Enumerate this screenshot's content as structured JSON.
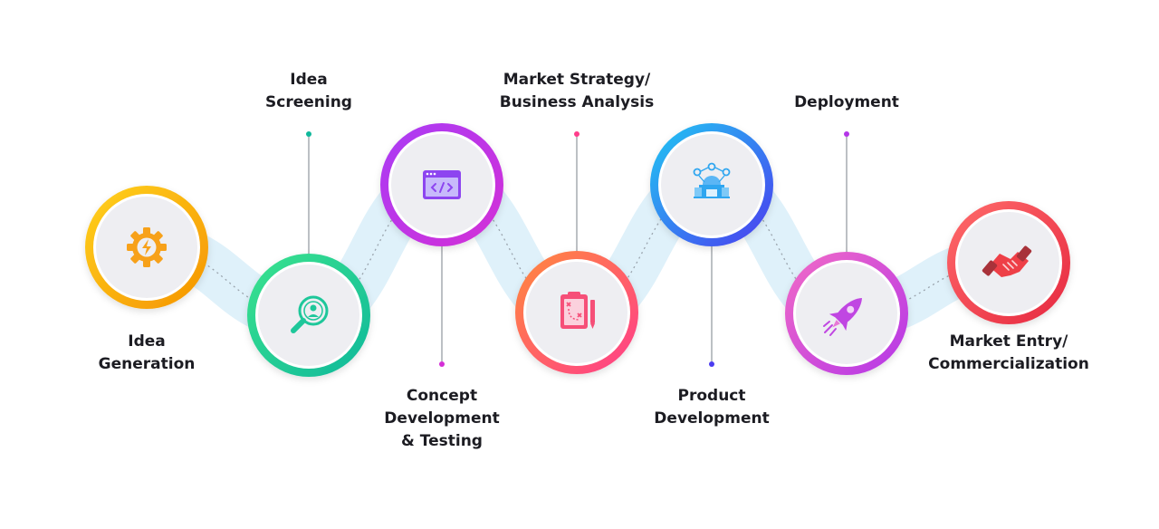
{
  "steps": [
    {
      "id": "idea-generation",
      "lines": [
        "Idea",
        "Generation"
      ],
      "icon": "gear-lightning-icon",
      "color_from": "#ffd21f",
      "color_to": "#f59300",
      "icon_color": "#f7a11a"
    },
    {
      "id": "idea-screening",
      "lines": [
        "Idea",
        "Screening"
      ],
      "icon": "magnifier-user-icon",
      "color_from": "#3be38d",
      "color_to": "#10b89b",
      "icon_color": "#1ec79a"
    },
    {
      "id": "concept-development-testing",
      "lines": [
        "Concept",
        "Development",
        "& Testing"
      ],
      "icon": "code-window-icon",
      "color_from": "#a93cf5",
      "color_to": "#d42fd6",
      "icon_color": "#8d45f0"
    },
    {
      "id": "market-strategy-business-analysis",
      "lines": [
        "Market Strategy/",
        "Business Analysis"
      ],
      "icon": "strategy-board-icon",
      "color_from": "#ff8a3d",
      "color_to": "#ff3d8b",
      "icon_color": "#f64f78"
    },
    {
      "id": "product-development",
      "lines": [
        "Product",
        "Development"
      ],
      "icon": "factory-network-icon",
      "color_from": "#21c8f2",
      "color_to": "#4b3bf0",
      "icon_color": "#2fa6f0"
    },
    {
      "id": "deployment",
      "lines": [
        "Deployment"
      ],
      "icon": "rocket-icon",
      "color_from": "#f26bc6",
      "color_to": "#b436e8",
      "icon_color": "#c046e2"
    },
    {
      "id": "market-entry-commercialization",
      "lines": [
        "Market Entry/",
        "Commercialization"
      ],
      "icon": "handshake-icon",
      "color_from": "#ff6b6b",
      "color_to": "#e6283f",
      "icon_color": "#ee3f47"
    }
  ],
  "colors": {
    "circle_fill": "#eeeef2",
    "ribbon": "#dff1fa",
    "dotted_line": "#9aa4ad",
    "text": "#1c1c22"
  }
}
